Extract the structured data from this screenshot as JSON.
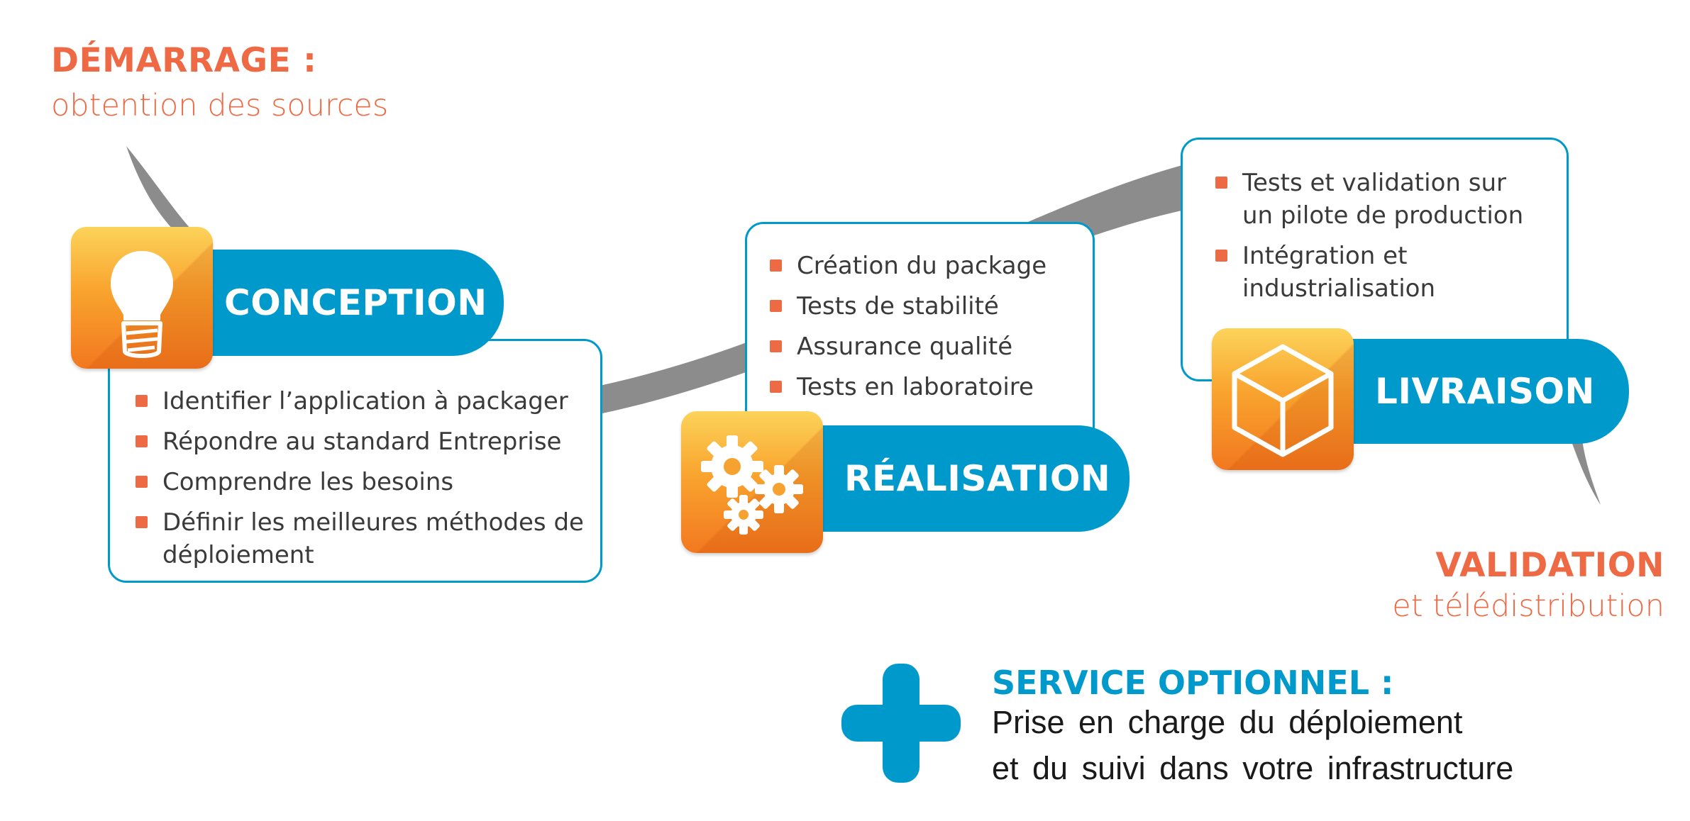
{
  "colors": {
    "accent_orange": "#ee6a45",
    "accent_blue": "#0099cc",
    "curve_gray": "#8c8c8c",
    "icon_gradient_top": "#fcd35a",
    "icon_gradient_bottom": "#f2781f"
  },
  "start": {
    "title": "DÉMARRAGE :",
    "subtitle": "obtention des sources"
  },
  "end": {
    "title": "VALIDATION",
    "subtitle": "et télédistribution"
  },
  "steps": [
    {
      "title": "CONCEPTION",
      "icon": "lightbulb-icon",
      "items": [
        "Identifier l’application à packager",
        "Répondre au standard Entreprise",
        "Comprendre les besoins",
        "Définir les meilleures méthodes de déploiement"
      ]
    },
    {
      "title": "RÉALISATION",
      "icon": "gears-icon",
      "items": [
        "Création du package",
        "Tests de stabilité",
        "Assurance qualité",
        "Tests en laboratoire"
      ]
    },
    {
      "title": "LIVRAISON",
      "icon": "cube-icon",
      "items": [
        "Tests et validation sur un pilote de production",
        "Intégration et industrialisation"
      ]
    }
  ],
  "optional_service": {
    "title": "SERVICE OPTIONNEL :",
    "line1": "Prise en charge du déploiement",
    "line2": "et du suivi dans votre infrastructure",
    "icon": "plus-icon"
  }
}
